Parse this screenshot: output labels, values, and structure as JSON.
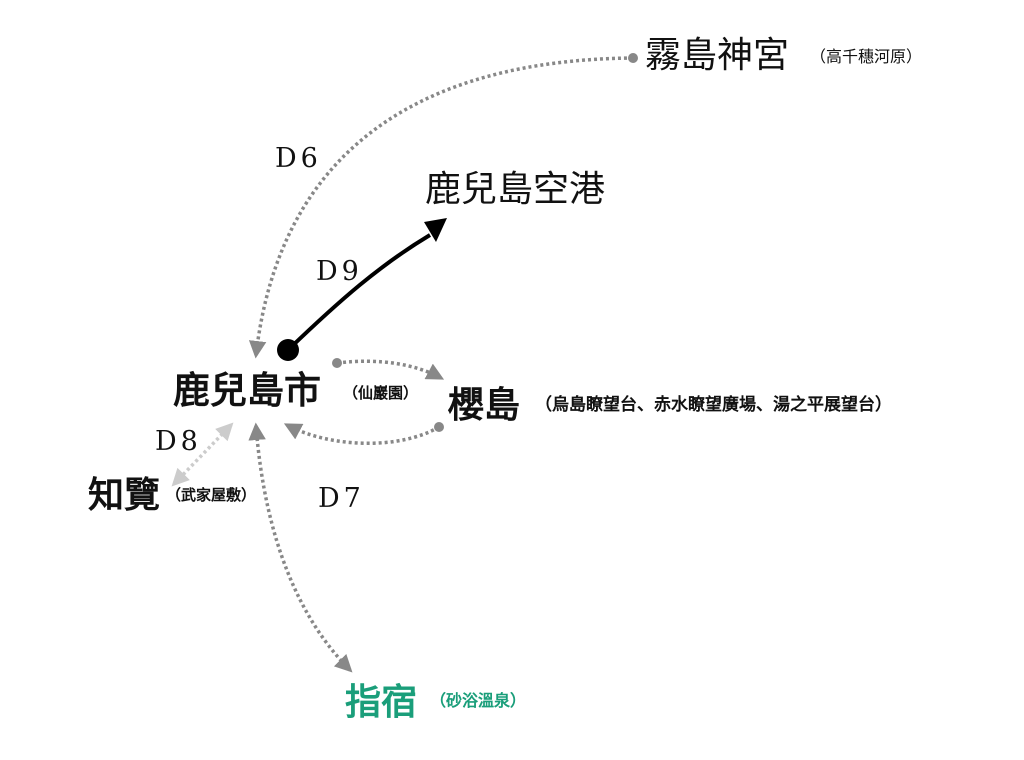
{
  "places": {
    "kirishima": {
      "name": "霧島神宮",
      "note": "（高千穗河原）"
    },
    "airport": {
      "name": "鹿兒島空港"
    },
    "city": {
      "name": "鹿兒島市",
      "note": "（仙巖園）"
    },
    "sakurajima": {
      "name": "櫻島",
      "note": "（烏島瞭望台、赤水瞭望廣場、湯之平展望台）"
    },
    "chiran": {
      "name": "知覽",
      "note": "（武家屋敷）"
    },
    "ibusuki": {
      "name": "指宿",
      "note": "（砂浴溫泉）"
    }
  },
  "days": {
    "d6": "D6",
    "d7": "D7",
    "d8": "D8",
    "d9": "D9"
  },
  "colors": {
    "ibusuki": "#1a9e7a",
    "route": "#888888",
    "route_light": "#cccccc",
    "final": "#000000"
  }
}
